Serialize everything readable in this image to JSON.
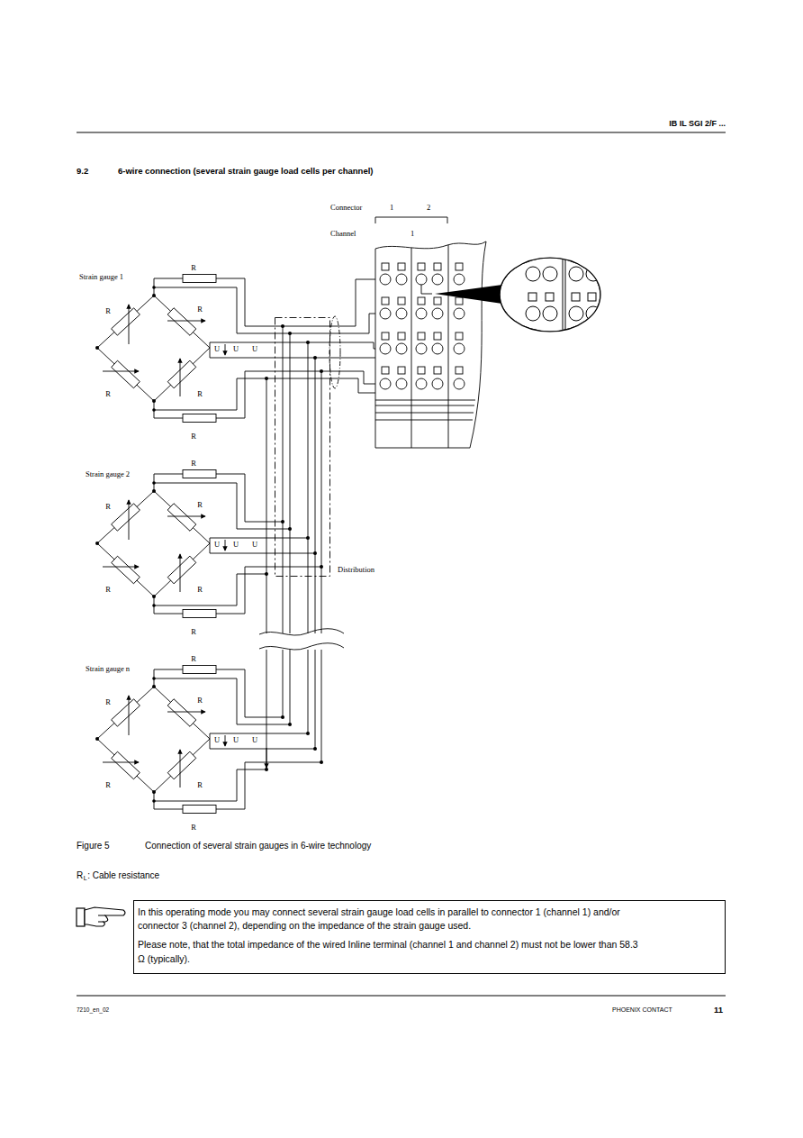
{
  "diagram": {
    "title": "6-wire connection (several strain gauge load cells per channel)",
    "caption": "Connection of several strain gauges in 6-wire technology",
    "nodes": [
      {
        "text": [
          "Distribution"
        ]
      },
      {
        "text": [
          "In this operating mode you may connect several strain gauge load cells in parallel to connector 1 (channel 1) and/or connector 3 (channel 2), depending on the impedance of the strain gauge used.",
          "Please note, that the total impedance of the wired Inline terminal (channel 1 and channel 2) must not be lower than 58.3 Ω (typically)."
        ]
      }
    ],
    "labels": [
      "IB IL SGI 2/F ...",
      "9.2",
      "Connector",
      "1",
      "2",
      "Channel",
      "1",
      "Strain gauge 1",
      "R",
      "R",
      "R",
      "R",
      "R",
      "R",
      "U",
      "U",
      "U",
      "Strain gauge 2",
      "R",
      "R",
      "R",
      "R",
      "R",
      "R",
      "U",
      "U",
      "U",
      "Strain gauge n",
      "R",
      "R",
      "R",
      "R",
      "R",
      "R",
      "U",
      "U",
      "U",
      "Figure 5",
      "R",
      "L",
      ": Cable resistance",
      "7210_en_02",
      "PHOENIX CONTACT",
      "11"
    ]
  }
}
